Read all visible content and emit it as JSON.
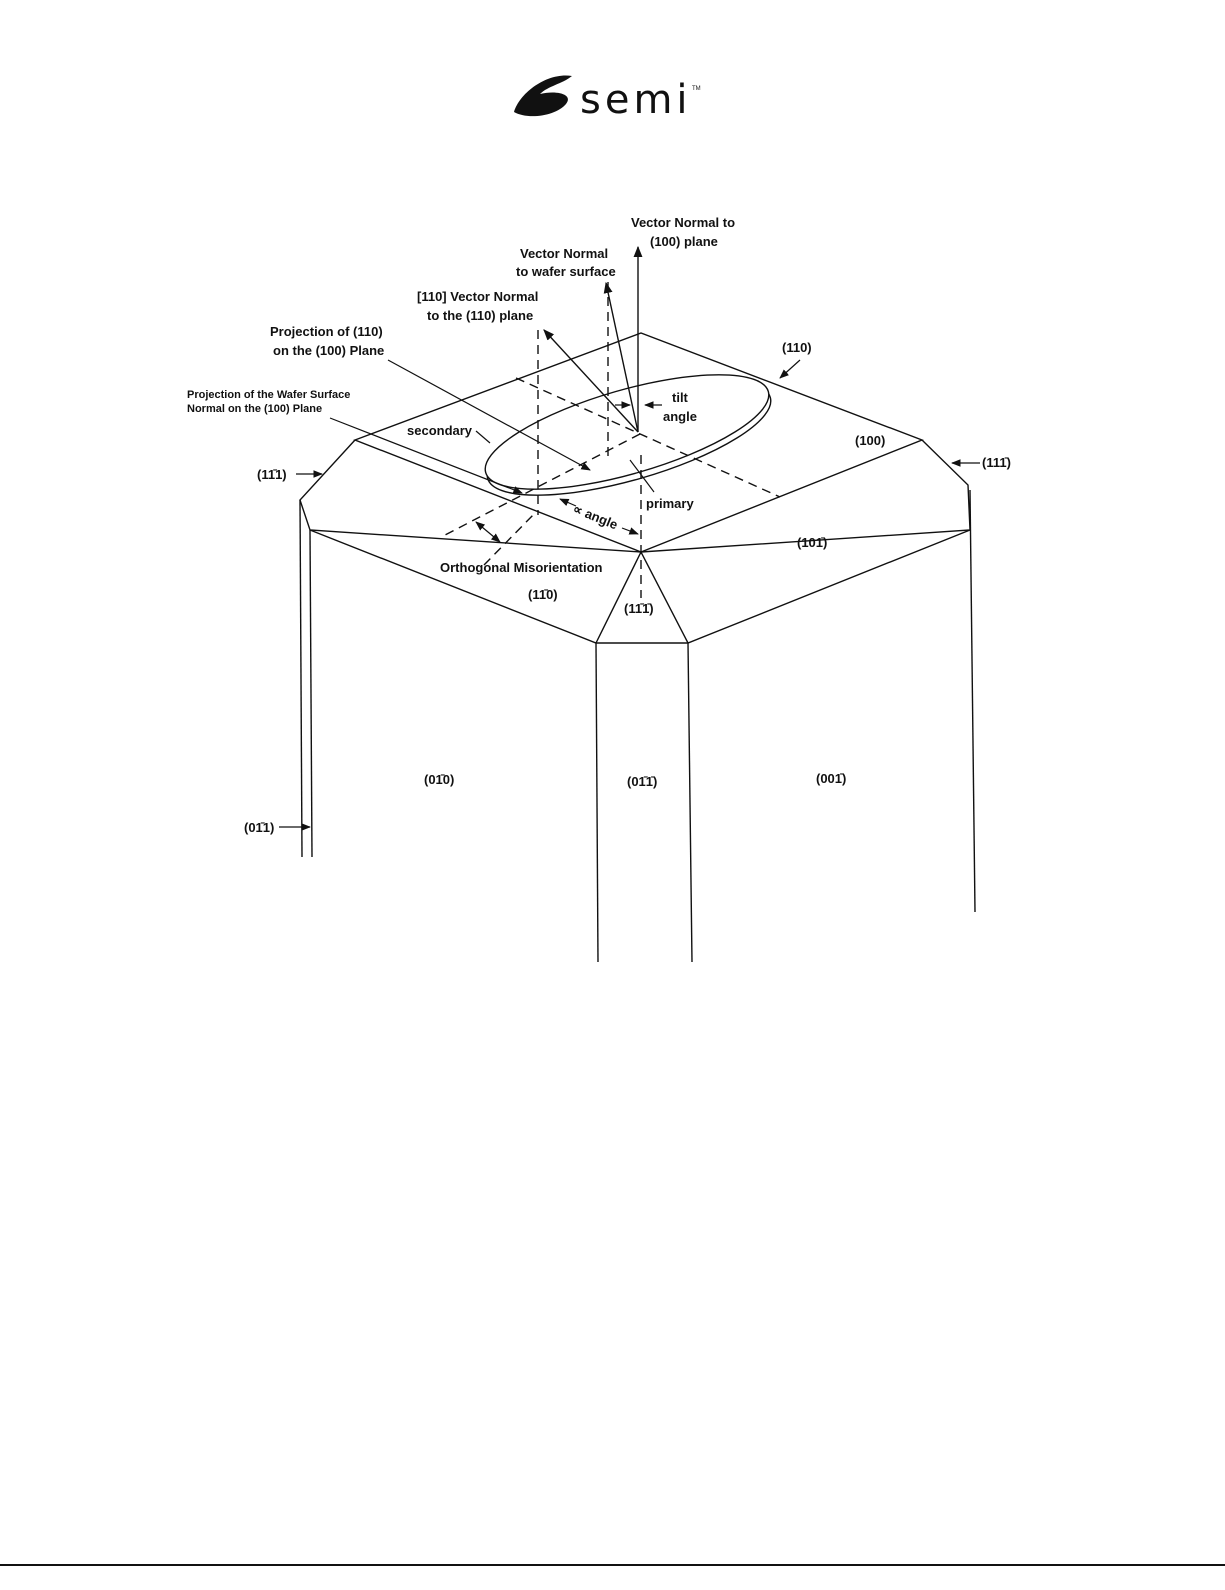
{
  "logo": {
    "text": "semi",
    "tm": "TM"
  },
  "labels": {
    "vector_normal_100_line1": "Vector Normal to",
    "vector_normal_100_line2": "(100) plane",
    "vector_normal_wafer_line1": "Vector Normal",
    "vector_normal_wafer_line2": "to wafer surface",
    "vector_110_line1": "[110] Vector Normal",
    "vector_110_line2": "to the (110) plane",
    "projection_110_line1": "Projection of (110)",
    "projection_110_line2": "on the (100) Plane",
    "projection_wafer_line1": "Projection of the Wafer Surface",
    "projection_wafer_line2": "Normal on the (100) Plane",
    "secondary": "secondary",
    "tilt_line1": "tilt",
    "tilt_line2": "angle",
    "primary": "primary",
    "alpha_angle": "∝ angle",
    "orthogonal_misorientation": "Orthogonal Misorientation"
  },
  "planes": {
    "p110": "(110)",
    "p100": "(100)",
    "p1m11": "(11̄1)",
    "p11m1": "(111̄)",
    "p10m1": "(101̄)",
    "p1m10": "(11̄0)",
    "p1m1m1": "(11̄1̄)",
    "p0m10": "(01̄0)",
    "p0m1m1": "(01̄1̄)",
    "p00m1": "(001̄)",
    "p0m11": "(01̄1)"
  }
}
